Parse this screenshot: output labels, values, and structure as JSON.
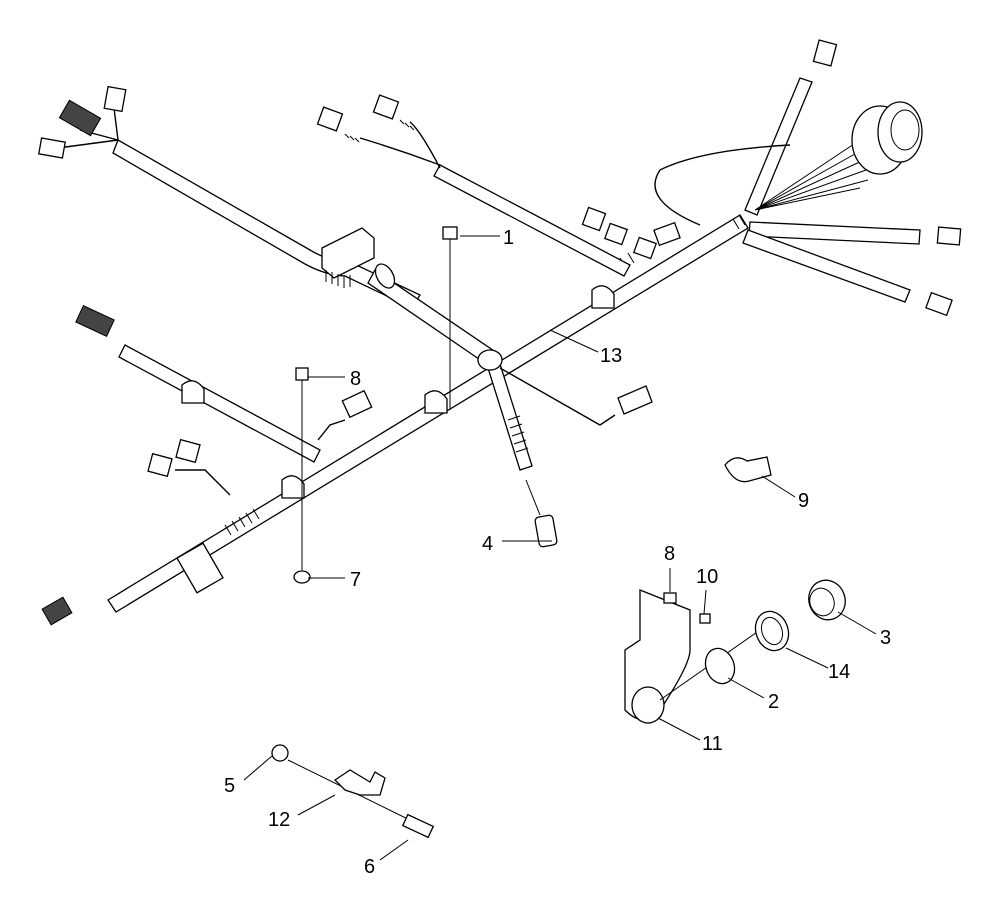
{
  "callouts": [
    {
      "id": "1",
      "text": "1"
    },
    {
      "id": "2",
      "text": "2"
    },
    {
      "id": "3",
      "text": "3"
    },
    {
      "id": "4",
      "text": "4"
    },
    {
      "id": "5",
      "text": "5"
    },
    {
      "id": "6",
      "text": "6"
    },
    {
      "id": "7",
      "text": "7"
    },
    {
      "id": "8a",
      "text": "8"
    },
    {
      "id": "8b",
      "text": "8"
    },
    {
      "id": "9",
      "text": "9"
    },
    {
      "id": "10",
      "text": "10"
    },
    {
      "id": "11",
      "text": "11"
    },
    {
      "id": "12",
      "text": "12"
    },
    {
      "id": "13",
      "text": "13"
    },
    {
      "id": "14",
      "text": "14"
    }
  ]
}
